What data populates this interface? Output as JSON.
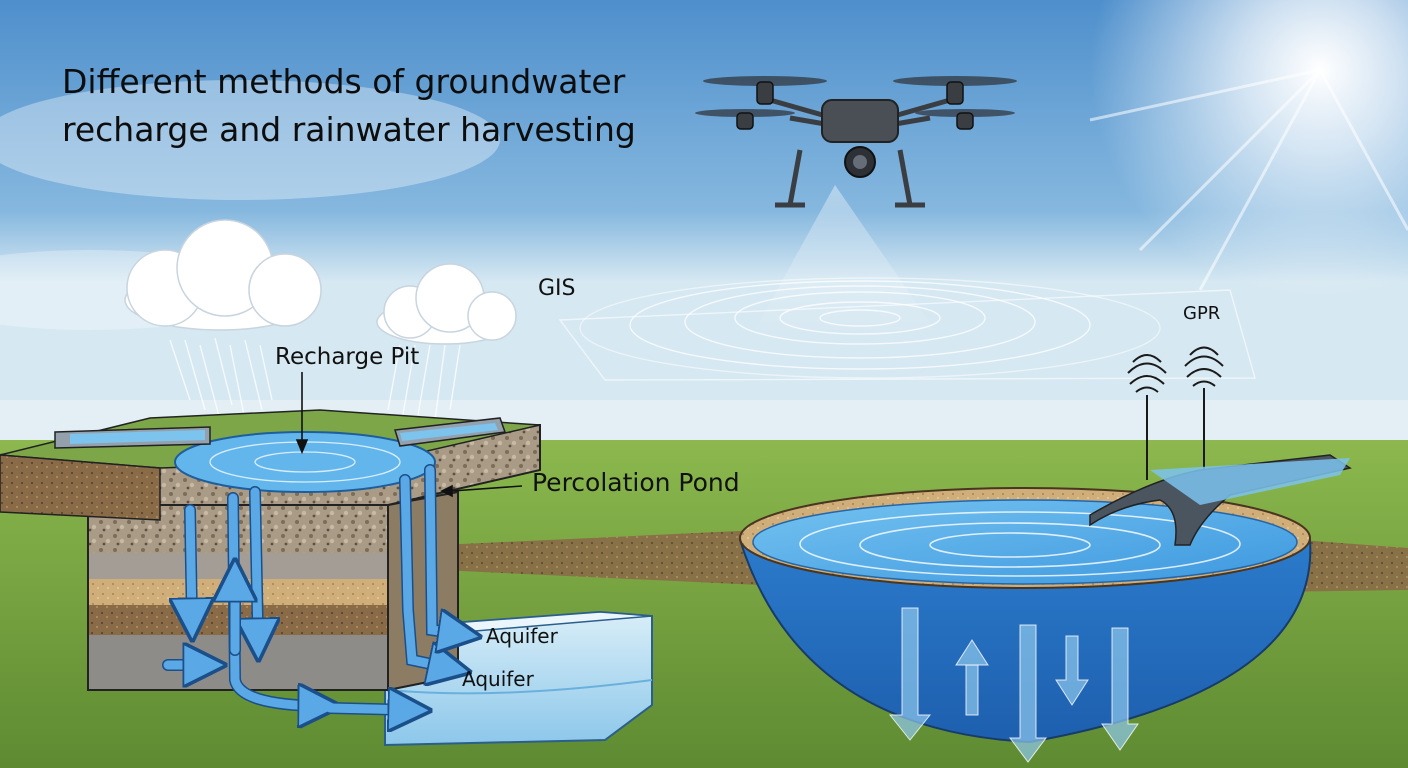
{
  "title": {
    "line1": "Different methods of groundwater",
    "line2": "recharge and rainwater harvesting"
  },
  "labels": {
    "gis": "GIS",
    "gpr": "GPR",
    "recharge_pit": "Recharge Pit",
    "percolation_pond": "Percolation Pond",
    "aquifer_upper": "Aquifer",
    "aquifer_lower": "Aquifer"
  },
  "colors": {
    "sky_top": "#4e8fcc",
    "sky_bottom": "#d6e8f2",
    "grass": "#6f9e3c",
    "water": "#3f9ee0",
    "flow_arrow": "#5aa9e6",
    "soil_brown": "#8b6a45",
    "gravel": "#9c8e7c"
  },
  "icons": [
    "drone-icon",
    "cloud-icon",
    "sun-glare-icon",
    "signal-wave-icon",
    "rain-icon"
  ]
}
